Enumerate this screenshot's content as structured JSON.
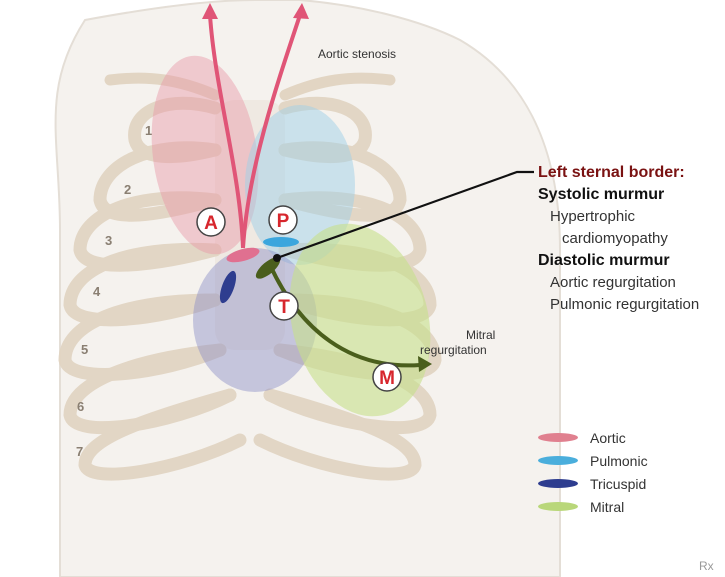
{
  "annotations": {
    "aortic_stenosis": "Aortic stenosis",
    "mitral_regurgitation_line1": "Mitral",
    "mitral_regurgitation_line2": "regurgitation"
  },
  "valve_markers": [
    {
      "letter": "A",
      "valve": "aortic"
    },
    {
      "letter": "P",
      "valve": "pulmonic"
    },
    {
      "letter": "T",
      "valve": "tricuspid"
    },
    {
      "letter": "M",
      "valve": "mitral"
    }
  ],
  "rib_numbers": [
    "1",
    "2",
    "3",
    "4",
    "5",
    "6",
    "7"
  ],
  "callout": {
    "heading": "Left sternal border:",
    "systolic_heading": "Systolic murmur",
    "systolic_items": [
      "Hypertrophic",
      "cardiomyopathy"
    ],
    "diastolic_heading": "Diastolic murmur",
    "diastolic_items": [
      "Aortic regurgitation",
      "Pulmonic regurgitation"
    ]
  },
  "legend": [
    {
      "label": "Aortic",
      "color": "#e0808f"
    },
    {
      "label": "Pulmonic",
      "color": "#4aaedc"
    },
    {
      "label": "Tricuspid",
      "color": "#2e3d8f"
    },
    {
      "label": "Mitral",
      "color": "#b9d77a"
    }
  ],
  "colors": {
    "heading_accent": "#7a1212",
    "marker_letter": "#d7262d",
    "aortic_flow": "#e05577",
    "mitral_flow": "#4a5e1c"
  },
  "watermark": "Rx"
}
